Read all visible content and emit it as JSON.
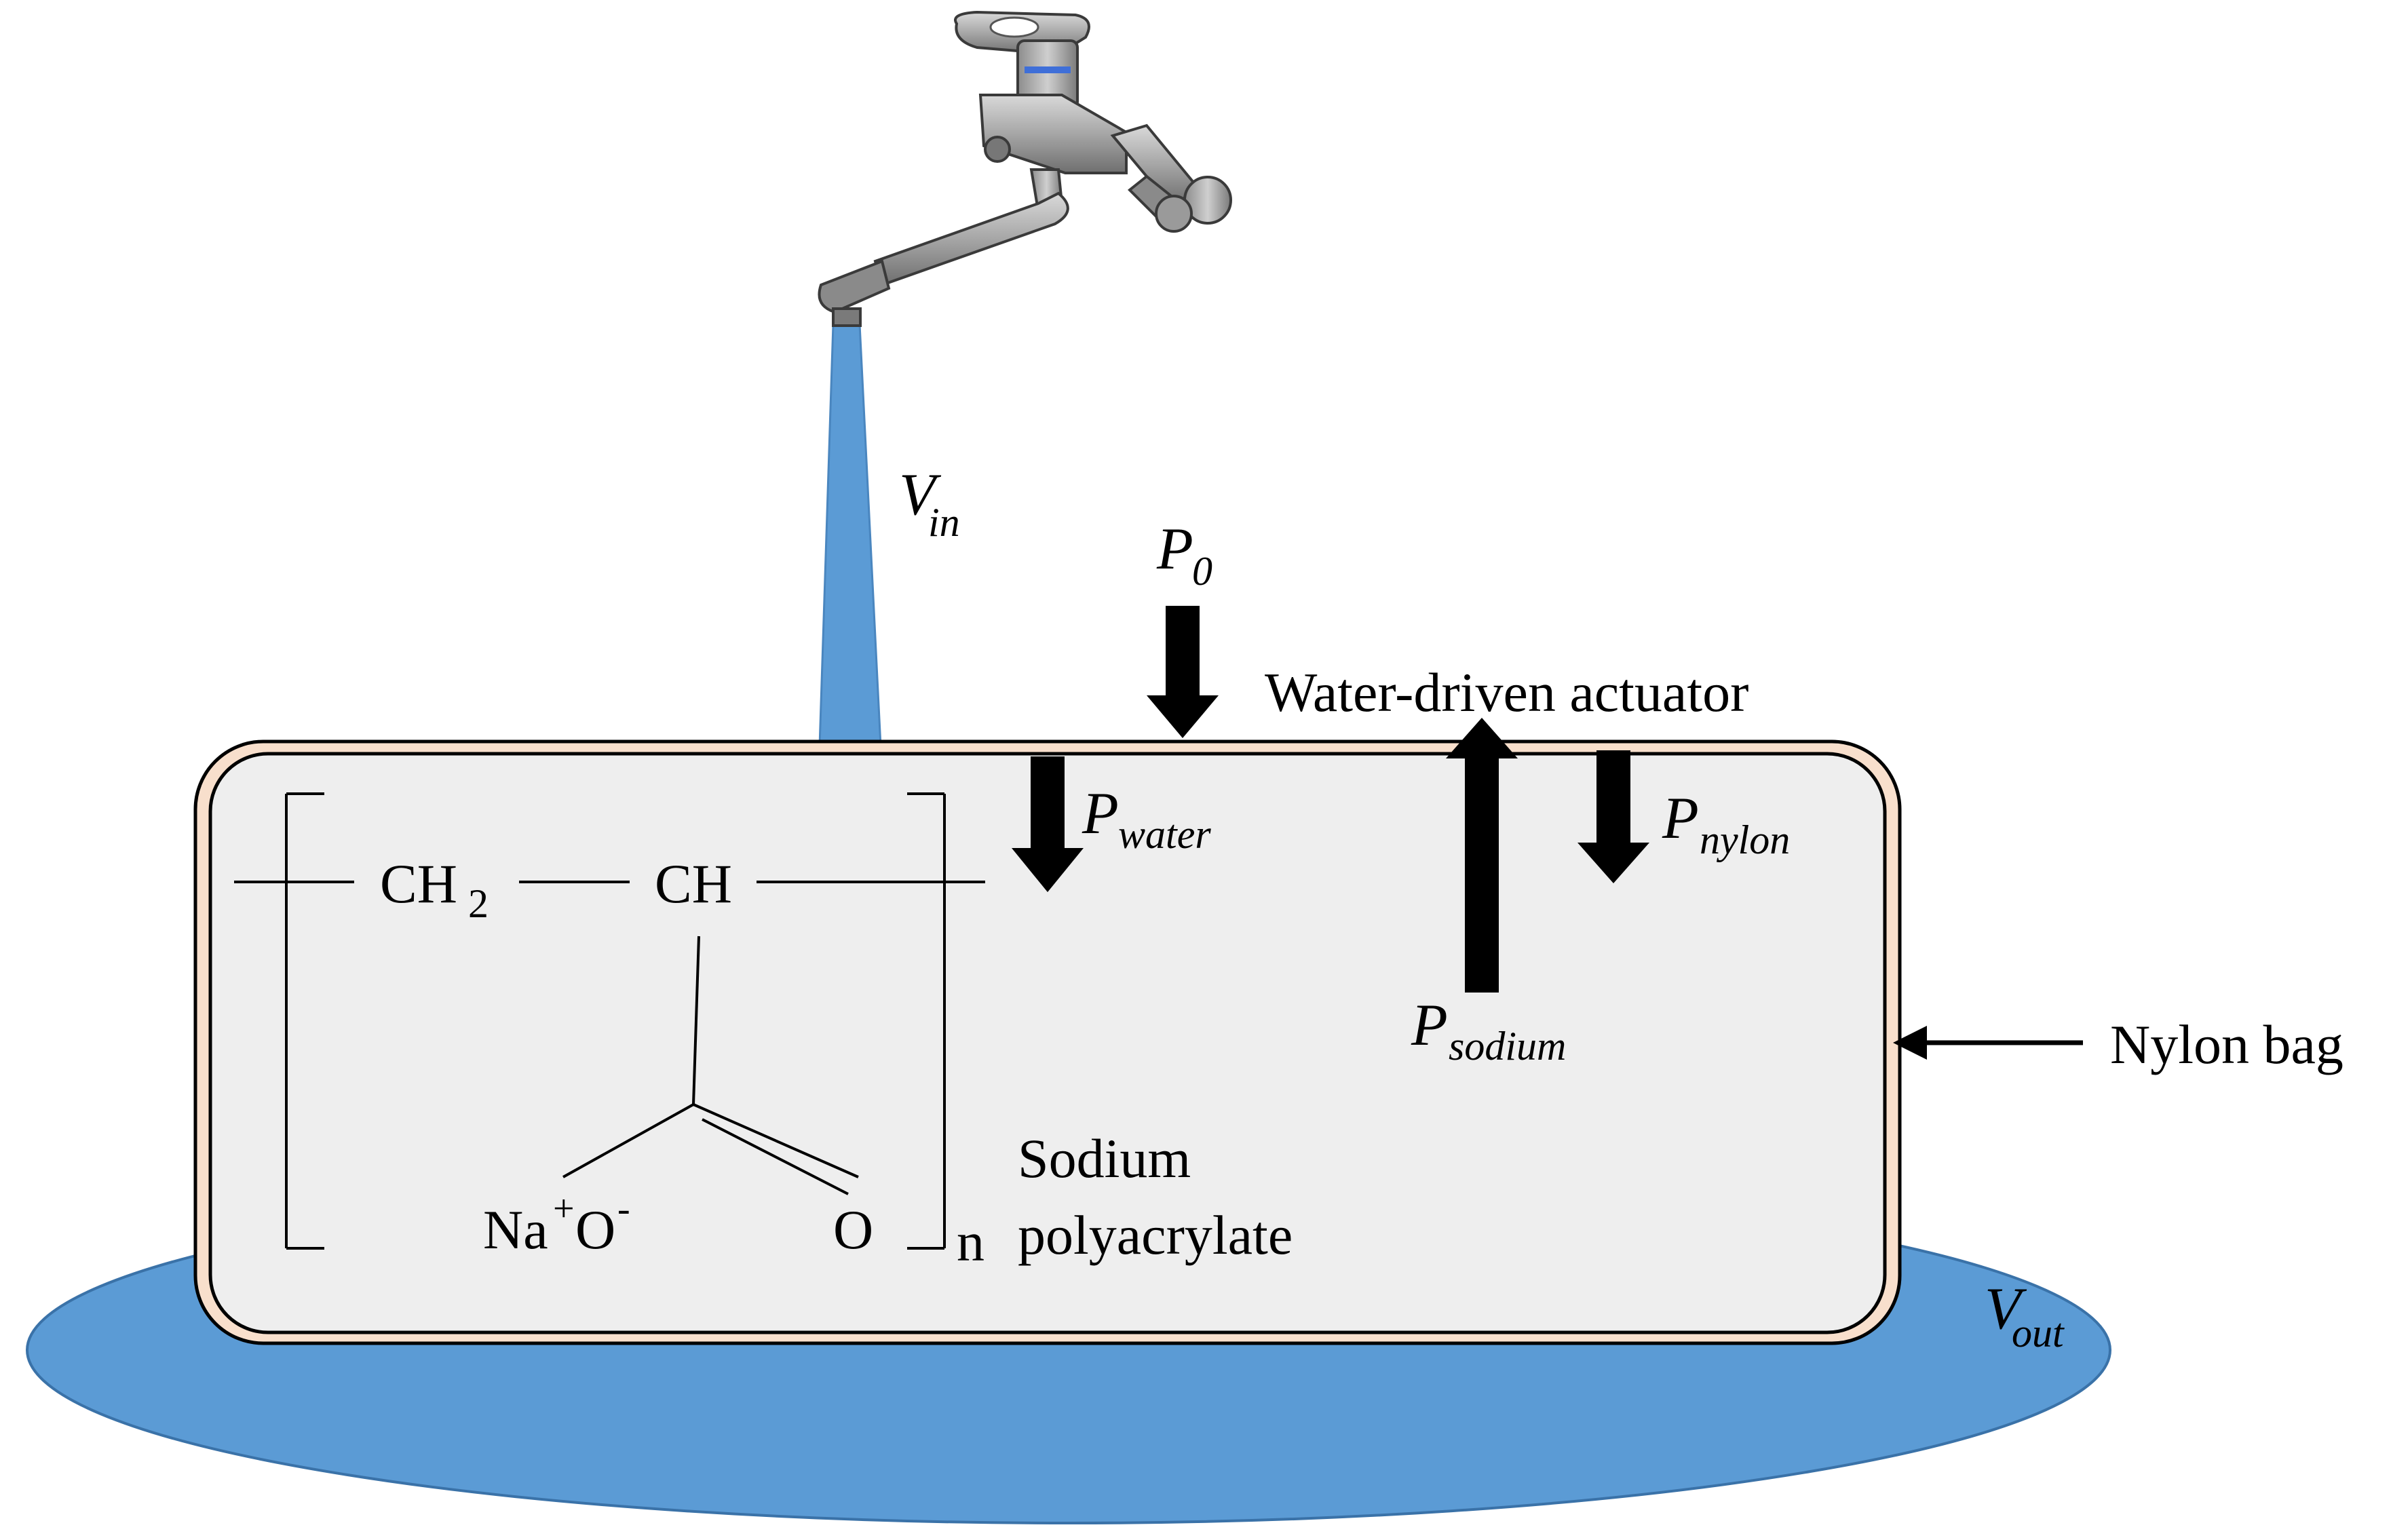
{
  "labels": {
    "title": "Water-driven actuator",
    "nylon_bag": "Nylon bag",
    "sodium_line1": "Sodium",
    "sodium_line2": "polyacrylate"
  },
  "symbols": {
    "v_in": {
      "main": "V",
      "sub": "in"
    },
    "v_out": {
      "main": "V",
      "sub": "out"
    },
    "p_0": {
      "main": "P",
      "sub": "0"
    },
    "p_water": {
      "main": "P",
      "sub": "water"
    },
    "p_nylon": {
      "main": "P",
      "sub": "nylon"
    },
    "p_sodium": {
      "main": "P",
      "sub": "sodium"
    }
  },
  "chemistry": {
    "ch2_main": "CH",
    "ch2_sub": "2",
    "ch": "CH",
    "na": "Na",
    "na_charge": "+",
    "o_minus": "O",
    "o_charge": "-",
    "o_double": "O",
    "repeat_n": "n"
  },
  "colors": {
    "water": "#5b9bd5",
    "bag_fill": "#eeeeee",
    "bag_rim": "#f8dfcc",
    "faucet": "#a8a8a8",
    "arrow": "#000000"
  }
}
